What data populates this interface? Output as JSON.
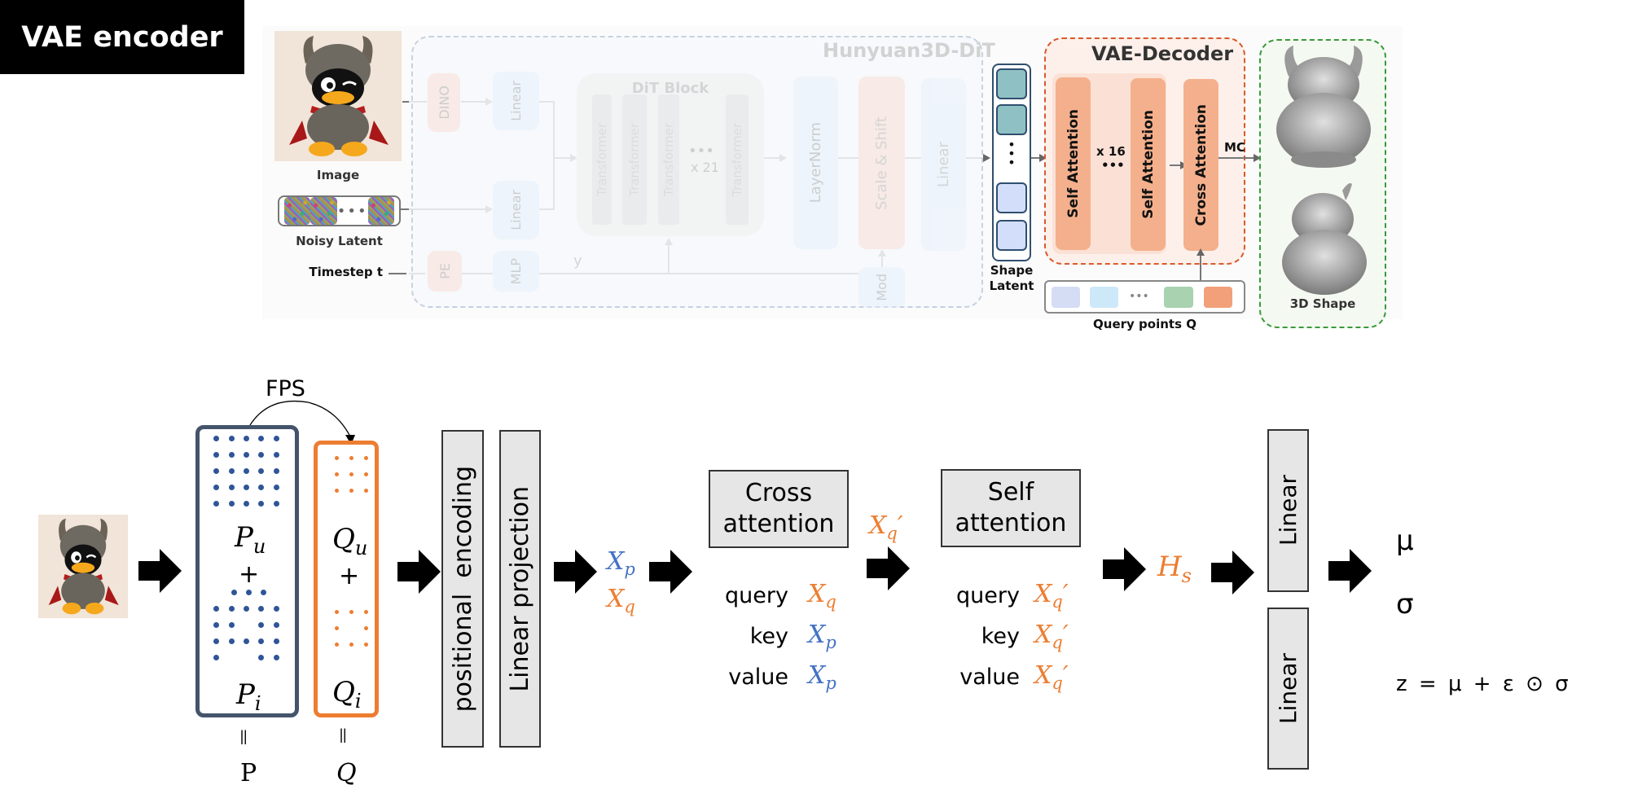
{
  "title": "VAE encoder",
  "top_figure": {
    "inputs": {
      "image_caption": "Image",
      "noisy_latent_caption": "Noisy Latent",
      "noisy_ellipsis": "•••",
      "timestep_label": "Timestep t"
    },
    "dit": {
      "title": "Hunyuan3D-DiT",
      "dino": "DINO",
      "linear_1": "Linear",
      "linear_2": "Linear",
      "pe": "PE",
      "mlp": "MLP",
      "y_label": "y",
      "dit_block_title": "DiT Block",
      "transformers": [
        "Transformer",
        "Transformer",
        "Transformer",
        "Transformer"
      ],
      "repeat_ellipsis": "•••",
      "repeat_count": "x 21",
      "layernorm": "LayerNorm",
      "scale_shift": "Scale & Shift",
      "mod": "Mod",
      "linear_out": "Linear"
    },
    "shape_latent": {
      "caption_line1": "Shape",
      "caption_line2": "Latent",
      "ellipsis": "•••",
      "colors": [
        "#8fc1c4",
        "#8fc1c4",
        "#d3defa",
        "#d3defa"
      ]
    },
    "vae_decoder": {
      "title": "VAE-Decoder",
      "self_attention_1": "Self Attention",
      "repeat_count": "x 16",
      "repeat_ellipsis": "•••",
      "self_attention_2": "Self Attention",
      "cross_attention": "Cross Attention",
      "mc_label": "MC"
    },
    "query_points": {
      "caption": "Query points Q",
      "ellipsis": "•••",
      "colors": [
        "#d5ddf5",
        "#cde8f8",
        "#a9d2b0",
        "#f2a07a"
      ]
    },
    "output": {
      "caption": "3D Shape"
    }
  },
  "bottom_figure": {
    "fps_label": "FPS",
    "p_box": {
      "upper_label": "P",
      "upper_sub": "u",
      "plus": "+",
      "lower_label": "P",
      "lower_sub": "i",
      "equals": "II",
      "result": "P"
    },
    "q_box": {
      "upper_label": "Q",
      "upper_sub": "u",
      "plus": "+",
      "lower_label": "Q",
      "lower_sub": "i",
      "equals": "II",
      "result": "Q"
    },
    "positional_encoding": "positional  encoding",
    "linear_projection": "Linear projection",
    "xp": {
      "base": "X",
      "sub": "p"
    },
    "xq": {
      "base": "X",
      "sub": "q"
    },
    "cross_attention": {
      "line1": "Cross",
      "line2": "attention",
      "rows": [
        {
          "key": "query",
          "sym": "X",
          "sub": "q",
          "prime": "",
          "color": "orange"
        },
        {
          "key": "key",
          "sym": "X",
          "sub": "p",
          "prime": "",
          "color": "blue"
        },
        {
          "key": "value",
          "sym": "X",
          "sub": "p",
          "prime": "",
          "color": "blue"
        }
      ]
    },
    "xq_prime": {
      "base": "X",
      "sub": "q",
      "prime": "′"
    },
    "self_attention": {
      "line1": "Self",
      "line2": "attention",
      "rows": [
        {
          "key": "query",
          "sym": "X",
          "sub": "q",
          "prime": "′",
          "color": "orange"
        },
        {
          "key": "key",
          "sym": "X",
          "sub": "q",
          "prime": "′",
          "color": "orange"
        },
        {
          "key": "value",
          "sym": "X",
          "sub": "q",
          "prime": "′",
          "color": "orange"
        }
      ]
    },
    "hs": {
      "base": "H",
      "sub": "s"
    },
    "linear_top": "Linear",
    "linear_bottom": "Linear",
    "mu": "μ",
    "sigma": "σ",
    "formula": "z = μ + ε ⊙ σ"
  },
  "colors": {
    "blue_text": "#4472c4",
    "orange_text": "#ed7d31",
    "p_box_border": "#44546a",
    "q_box_border": "#ed7d31",
    "decoder_dashed": "#d9592b",
    "output_dashed": "#3a9a3a"
  }
}
